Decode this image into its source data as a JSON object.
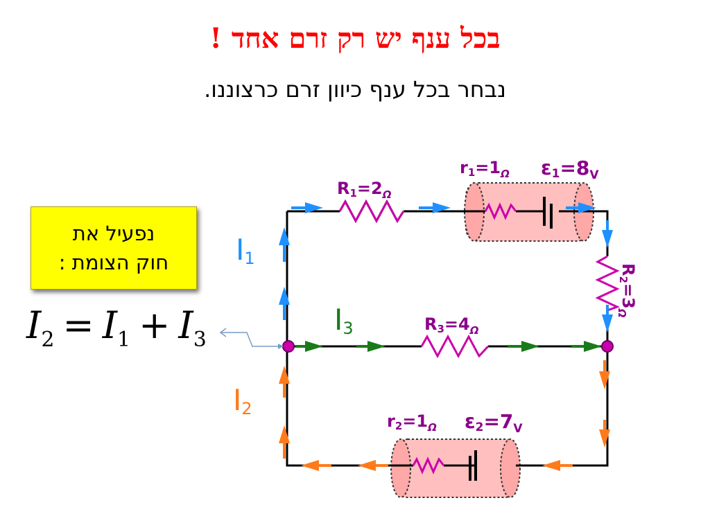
{
  "title": "בכל ענף יש רק זרם אחד !",
  "subtitle": "נבחר בכל ענף כיוון זרם כרצוננו.",
  "note": {
    "line1": "נפעיל את",
    "line2": "חוק הצומת :"
  },
  "equation": {
    "lhs_symbol": "I",
    "lhs_sub": "2",
    "equals": "=",
    "term1_symbol": "I",
    "term1_sub": "1",
    "plus": "+",
    "term2_symbol": "I",
    "term2_sub": "3"
  },
  "currents": {
    "i1": {
      "symbol": "I",
      "sub": "1",
      "color": "#1e90ff"
    },
    "i2": {
      "symbol": "I",
      "sub": "2",
      "color": "#ff7a1a"
    },
    "i3": {
      "symbol": "I",
      "sub": "3",
      "color": "#1a7a1a"
    }
  },
  "components": {
    "R1": {
      "name": "R",
      "sub": "1",
      "value": "=2",
      "unit": "Ω"
    },
    "R2": {
      "name": "R",
      "sub": "2",
      "value": "=3",
      "unit": "Ω"
    },
    "R3": {
      "name": "R",
      "sub": "3",
      "value": "=4",
      "unit": "Ω"
    },
    "r1": {
      "name": "r",
      "sub": "1",
      "value": "=1",
      "unit": "Ω"
    },
    "r2": {
      "name": "r",
      "sub": "2",
      "value": "=1",
      "unit": "Ω"
    },
    "e1": {
      "name": "ε",
      "sub": "1",
      "value": "=8",
      "unit": "V"
    },
    "e2": {
      "name": "ε",
      "sub": "2",
      "value": "=7",
      "unit": "V"
    }
  },
  "colors": {
    "title": "#ff0000",
    "label": "#8b008b",
    "resistor": "#cc00aa",
    "wire": "#000000",
    "note_bg": "#ffff00",
    "battery_bg": "#ffbfbf",
    "node": "#cc00aa"
  }
}
